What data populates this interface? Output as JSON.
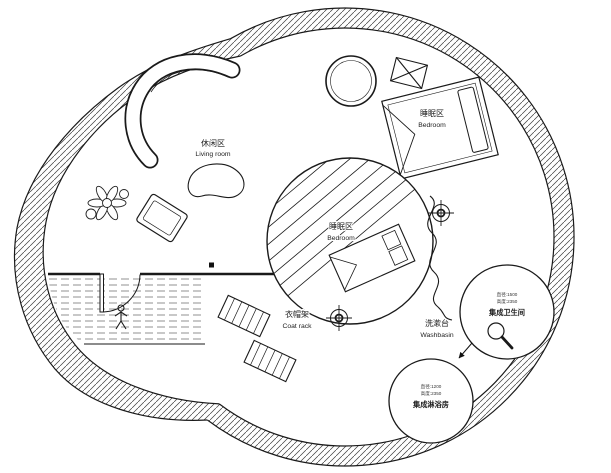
{
  "colors": {
    "ink": "#1a1a1a",
    "wall_hatch": "#3d3d3d",
    "deck_hatch": "#777777",
    "background": "#ffffff"
  },
  "areas": {
    "living": {
      "zh": "休闲区",
      "en": "Living room"
    },
    "bedroom_upper": {
      "zh": "睡眠区",
      "en": "Bedroom"
    },
    "bedroom_center": {
      "zh": "睡眠区",
      "en": "Bedroom"
    },
    "coat_rack": {
      "zh": "衣帽架",
      "en": "Coat rack"
    },
    "washbasin": {
      "zh": "洗漱台",
      "en": "Washbasin"
    }
  },
  "pods": {
    "bathroom": {
      "dim1": "直径:1500",
      "dim2": "高度:2350",
      "name": "集成卫生间"
    },
    "shower": {
      "dim1": "直径:1200",
      "dim2": "高度:2350",
      "name": "集成淋浴房"
    }
  },
  "icons": {
    "column_marker": "crosshair-target",
    "entry_door": "door-swing-arc",
    "person": "walking-person",
    "skylight": "crossed-square",
    "plant": "potted-plant",
    "toilet": "toilet-with-handle",
    "direction_arrow": "arrow-down-left",
    "curtain": "wavy-line"
  }
}
